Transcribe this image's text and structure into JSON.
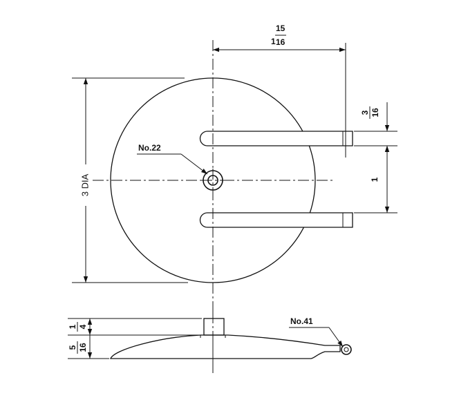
{
  "dimensions": {
    "width_top_whole": "1",
    "width_top_numerator": "15",
    "width_top_denominator": "16",
    "diameter": "3 DIA",
    "slot_width_numerator": "3",
    "slot_width_denominator": "16",
    "slot_spacing": "1",
    "boss_height_numerator": "1",
    "boss_height_denominator": "4",
    "plate_thickness_numerator": "5",
    "plate_thickness_denominator": "16"
  },
  "callouts": {
    "part_22": "No.22",
    "part_41": "No.41"
  }
}
